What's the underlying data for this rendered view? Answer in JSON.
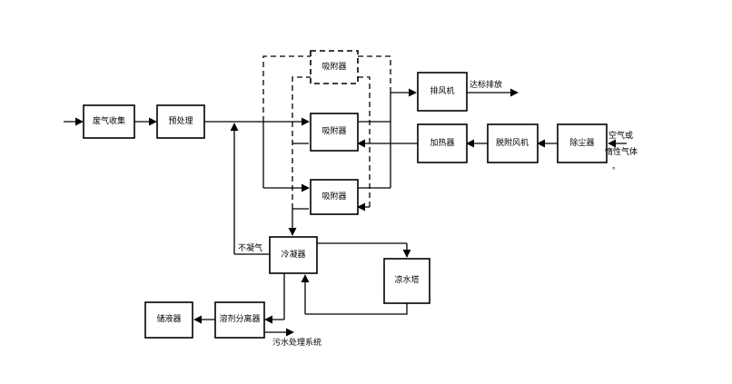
{
  "nodes": {
    "waste_gas_collection": "废气收集",
    "pretreatment": "预处理",
    "adsorber_top": "吸附器",
    "adsorber_mid": "吸附器",
    "adsorber_bottom": "吸附器",
    "exhaust_fan": "排风机",
    "heater": "加热器",
    "desorption_fan": "脱附风机",
    "dust_remover": "除尘器",
    "condenser": "冷凝器",
    "cooling_tower": "凉水塔",
    "solvent_separator": "溶剂分离器",
    "liquid_tank": "储液器"
  },
  "labels": {
    "emission": "达标排放",
    "air_line1": "空气或",
    "air_line2": "惰性气体",
    "air_mark": "。",
    "non_condensable": "不凝气",
    "wastewater": "污水处理系统"
  }
}
